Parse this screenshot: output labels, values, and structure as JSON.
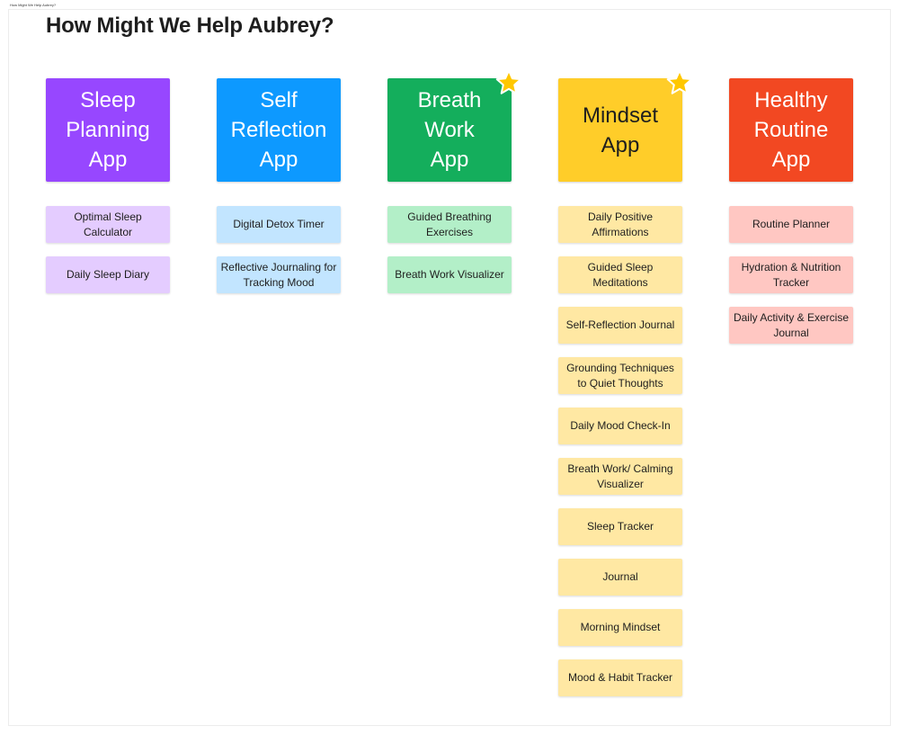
{
  "frame": {
    "label": "How Might We Help Aubrey?"
  },
  "board": {
    "title": "How Might We Help Aubrey?"
  },
  "columns": [
    {
      "id": "sleep-planning",
      "header": [
        "Sleep",
        "Planning",
        "App"
      ],
      "header_color": "#9747ff",
      "header_text_color": "#ffffff",
      "sticky_color": "#e4ccff",
      "starred": false,
      "items": [
        "Optimal Sleep Calculator",
        "Daily Sleep Diary"
      ]
    },
    {
      "id": "self-reflection",
      "header": [
        "Self",
        "Reflection",
        "App"
      ],
      "header_color": "#0d99ff",
      "header_text_color": "#ffffff",
      "sticky_color": "#c2e5ff",
      "starred": false,
      "items": [
        "Digital Detox Timer",
        "Reflective Journaling for Tracking Mood"
      ]
    },
    {
      "id": "breath-work",
      "header": [
        "Breath",
        "Work",
        "App"
      ],
      "header_color": "#14ae5c",
      "header_text_color": "#ffffff",
      "sticky_color": "#b3efc8",
      "starred": true,
      "items": [
        "Guided Breathing Exercises",
        "Breath Work Visualizer"
      ]
    },
    {
      "id": "mindset",
      "header": [
        "Mindset",
        "App"
      ],
      "header_color": "#ffcd29",
      "header_text_color": "#1e1e1e",
      "sticky_color": "#ffe8a3",
      "starred": true,
      "items": [
        "Daily Positive Affirmations",
        "Guided Sleep Meditations",
        "Self-Reflection Journal",
        "Grounding Techniques to Quiet Thoughts",
        "Daily Mood Check-In",
        "Breath Work/ Calming Visualizer",
        "Sleep Tracker",
        "Journal",
        "Morning Mindset",
        "Mood & Habit Tracker"
      ]
    },
    {
      "id": "healthy-routine",
      "header": [
        "Healthy",
        "Routine",
        "App"
      ],
      "header_color": "#f24822",
      "header_text_color": "#ffffff",
      "sticky_color": "#ffc7c2",
      "starred": false,
      "items": [
        "Routine Planner",
        "Hydration & Nutrition Tracker",
        "Daily Activity & Exercise Journal"
      ]
    }
  ],
  "star": {
    "icon": "star-icon",
    "fill": "#ffc700",
    "stroke": "#ffffff"
  }
}
